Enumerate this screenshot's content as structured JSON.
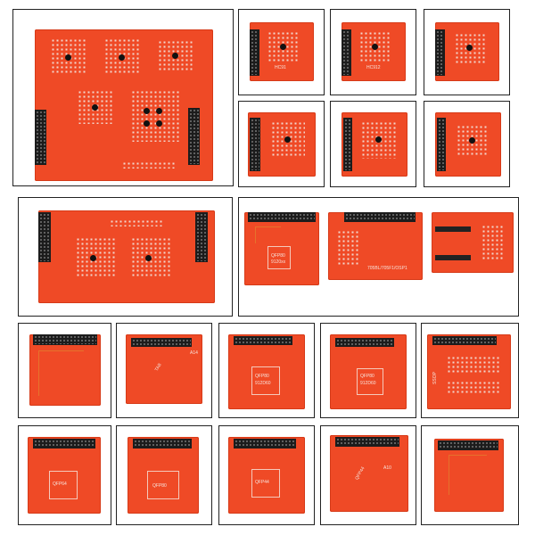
{
  "image": {
    "background": "#ffffff",
    "board_color": "#ef4a26",
    "header_color": "#1c1c1c",
    "border_color": "#222222"
  },
  "silkscreen": {
    "p2_label": "HC91",
    "p3_label": "HC912",
    "p10_label": "QFP80",
    "p10_sub": "9120xx",
    "p11_label": "705BL/705F1/OSP1",
    "p14_label": "A14",
    "p14_chip": "TAB",
    "p15_label": "QFP80",
    "p15_sub": "912D60",
    "p16_label": "QFP80",
    "p16_sub": "912D60",
    "p17_label": "SSOP",
    "p18_label": "QFP64",
    "p19_label": "QFP80",
    "p20_label": "QFP44",
    "p21_label": "A10",
    "p21_chip": "QFP44"
  }
}
